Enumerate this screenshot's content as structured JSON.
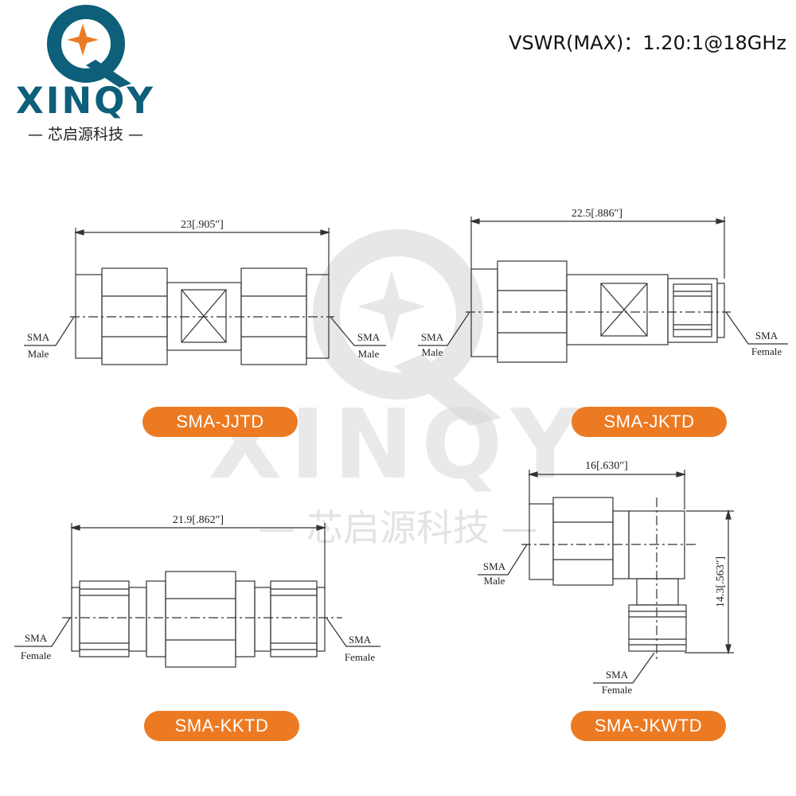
{
  "brand": {
    "name": "XINQY",
    "cn": "— 芯启源科技 —",
    "colors": {
      "primary": "#0d5f7a",
      "accent": "#ec7a22",
      "watermark": "#d8d8d8"
    }
  },
  "spec": {
    "vswr": "VSWR(MAX)：1.20:1@18GHz"
  },
  "watermark": {
    "name": "XINQY",
    "cn": "— 芯启源科技 —"
  },
  "drawings": [
    {
      "model": "SMA-JJTD",
      "dimension": "23[.905″]",
      "left_label": {
        "line1": "SMA",
        "line2": "Male"
      },
      "right_label": {
        "line1": "SMA",
        "line2": "Male"
      }
    },
    {
      "model": "SMA-JKTD",
      "dimension": "22.5[.886″]",
      "left_label": {
        "line1": "SMA",
        "line2": "Male"
      },
      "right_label": {
        "line1": "SMA",
        "line2": "Female"
      }
    },
    {
      "model": "SMA-KKTD",
      "dimension": "21.9[.862″]",
      "left_label": {
        "line1": "SMA",
        "line2": "Female"
      },
      "right_label": {
        "line1": "SMA",
        "line2": "Female"
      }
    },
    {
      "model": "SMA-JKWTD",
      "dimension": "16[.630″]",
      "dimension_vertical": "14.3[.563″]",
      "left_label": {
        "line1": "SMA",
        "line2": "Male"
      },
      "bottom_label": {
        "line1": "SMA",
        "line2": "Female"
      }
    }
  ]
}
